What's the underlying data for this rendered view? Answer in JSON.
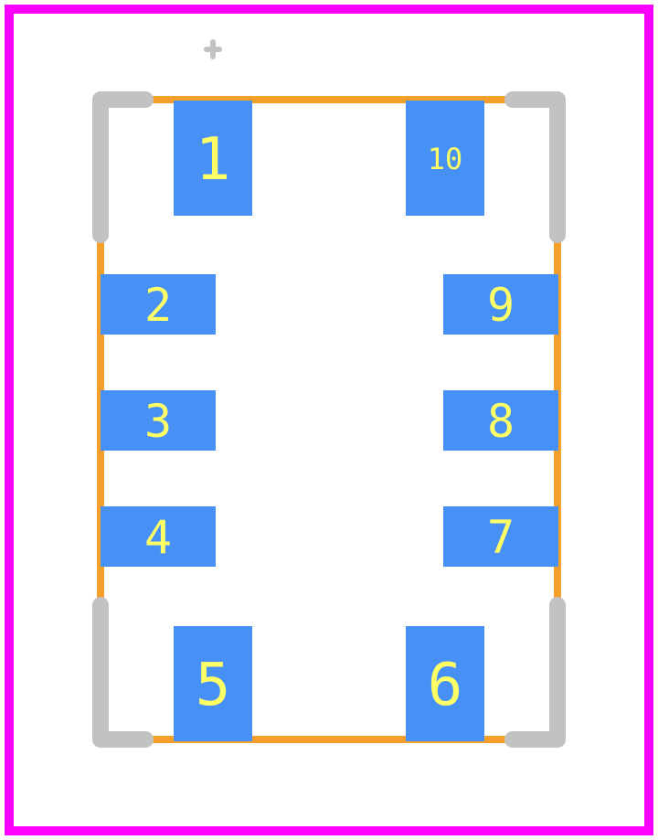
{
  "footprint": {
    "colors": {
      "courtyard": "#ff00ff",
      "fab_outline": "#f5a02b",
      "silkscreen": "#c2c2c2",
      "pad": "#4790f5",
      "pad_label": "#ffff66"
    },
    "pads": [
      {
        "number": "1"
      },
      {
        "number": "2"
      },
      {
        "number": "3"
      },
      {
        "number": "4"
      },
      {
        "number": "5"
      },
      {
        "number": "6"
      },
      {
        "number": "7"
      },
      {
        "number": "8"
      },
      {
        "number": "9"
      },
      {
        "number": "10"
      }
    ]
  }
}
